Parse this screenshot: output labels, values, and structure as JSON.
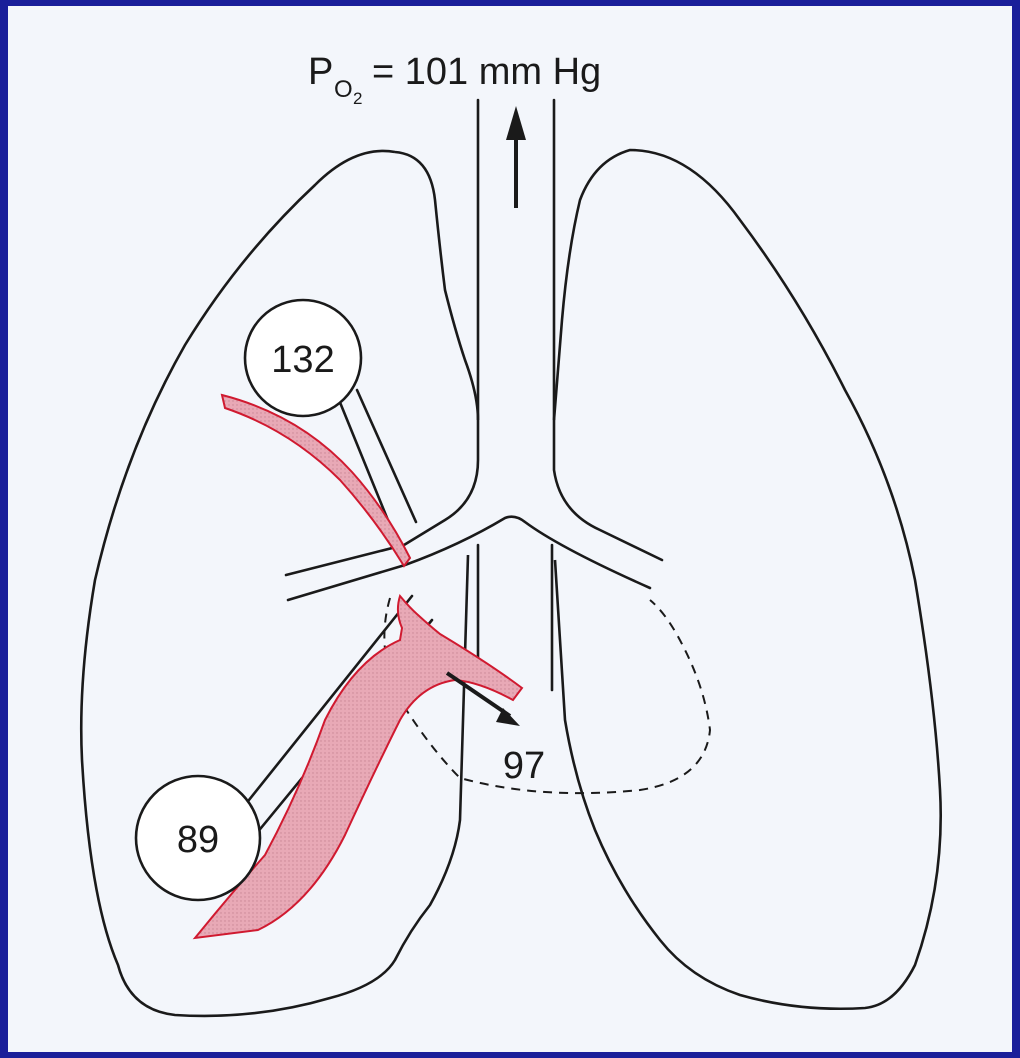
{
  "title": {
    "symbol": "P",
    "subscript": "O",
    "subsub": "2",
    "rest": "= 101 mm Hg"
  },
  "labels": {
    "upper_alveolus": "132",
    "lower_alveolus": "89",
    "mixed": "97"
  },
  "colors": {
    "border": "#1a1f9a",
    "background": "#f3f6fb",
    "line": "#1a1a1a",
    "vessel_fill": "#e6a3b0",
    "vessel_edge": "#d01a30"
  }
}
